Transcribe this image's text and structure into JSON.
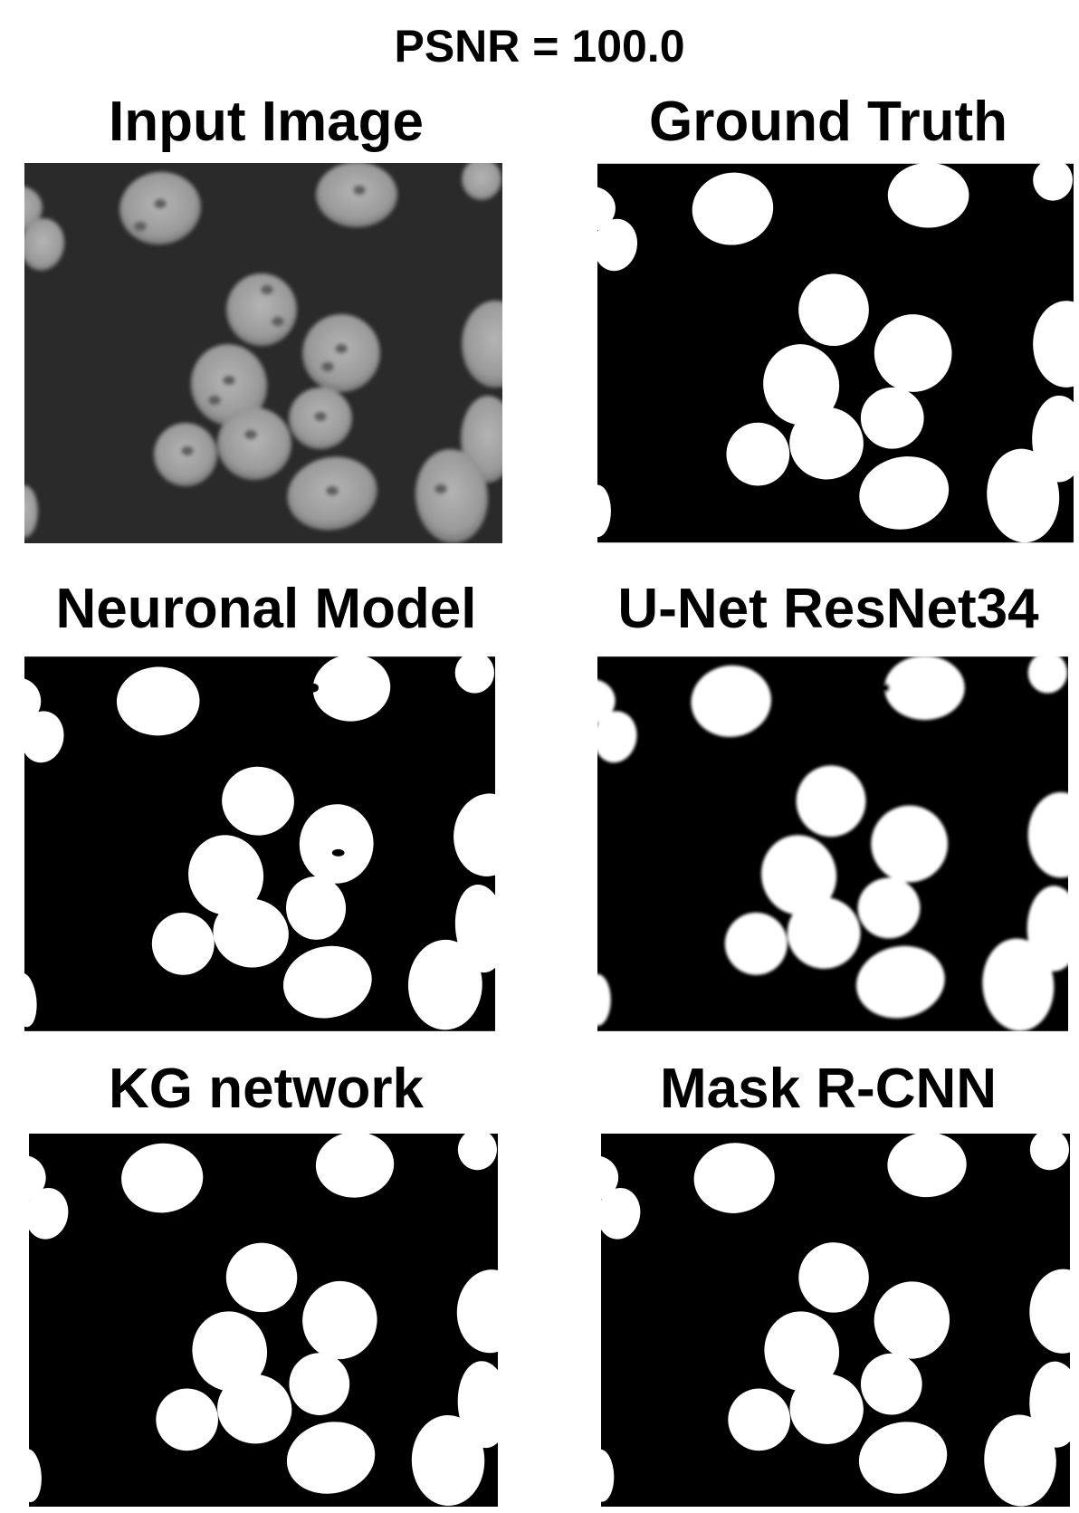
{
  "figure": {
    "title": "PSNR = 100.0"
  },
  "panels": [
    {
      "title": "Input Image",
      "kind": "grayscale-micrograph"
    },
    {
      "title": "Ground Truth",
      "kind": "binary-mask"
    },
    {
      "title": "Neuronal Model",
      "kind": "binary-mask"
    },
    {
      "title": "U-Net ResNet34",
      "kind": "soft-mask"
    },
    {
      "title": "KG network",
      "kind": "binary-mask"
    },
    {
      "title": "Mask R-CNN",
      "kind": "binary-mask"
    }
  ],
  "colors": {
    "background": "#ffffff",
    "mask_background": "#000000",
    "mask_foreground": "#ffffff"
  }
}
